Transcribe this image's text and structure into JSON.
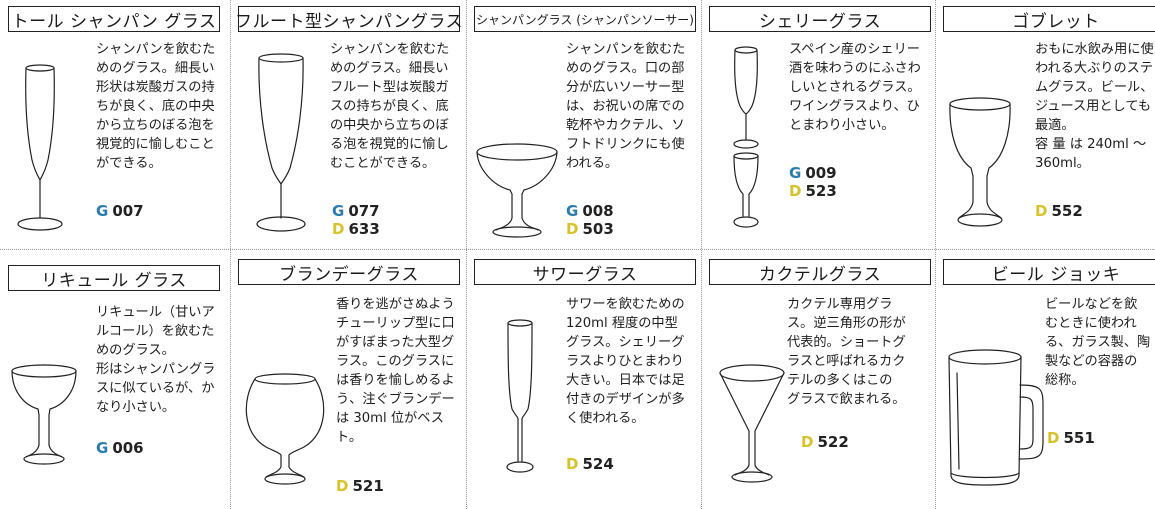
{
  "cards": [
    {
      "title": "トール シャンパン グラス",
      "desc": "シャンパンを飲むた\nめのグラス。細長い\n形状は炭酸ガスの持\nちが良く、底の中央\nから立ちのぼる泡を\n視覚的に愉しむこと\nができる。",
      "codes": [
        {
          "letter": "G",
          "number": "007"
        }
      ]
    },
    {
      "title": "フルート型シャンパングラス",
      "desc": "シャンパンを飲むた\nめのグラス。細長い\nフルート型は炭酸ガ\nスの持ちが良く、底\nの中央から立ちのぼ\nる泡を視覚的に愉し\nむことができる。",
      "codes": [
        {
          "letter": "G",
          "number": "077"
        },
        {
          "letter": "D",
          "number": "633"
        }
      ]
    },
    {
      "title": "シャンパングラス (シャンパンソーサー)",
      "desc": "シャンパンを飲むた\nめのグラス。口の部\n分が広いソーサー型\nは、お祝いの席での\n乾杯やカクテル、ソ\nフトドリンクにも使\nわれる。",
      "codes": [
        {
          "letter": "G",
          "number": "008"
        },
        {
          "letter": "D",
          "number": "503"
        }
      ]
    },
    {
      "title": "シェリーグラス",
      "desc": "スペイン産のシェリー\n酒を味わうのにふさわ\nしいとされるグラス。\nワイングラスより、ひ\nとまわり小さい。",
      "codes": [
        {
          "letter": "G",
          "number": "009"
        },
        {
          "letter": "D",
          "number": "523"
        }
      ]
    },
    {
      "title": "ゴブレット",
      "desc": "おもに水飲み用に使\nわれる大ぶりのステ\nムグラス。ビール、\nジュース用としても\n最適。\n容 量 は 240ml ～\n360ml。",
      "codes": [
        {
          "letter": "D",
          "number": "552"
        }
      ]
    },
    {
      "title": "リキュール グラス",
      "desc": "リキュール（甘いア\nルコール）を飲むた\nめのグラス。\n形はシャンパングラ\nスに似ているが、か\nなり小さい。",
      "codes": [
        {
          "letter": "G",
          "number": "006"
        }
      ]
    },
    {
      "title": "ブランデーグラス",
      "desc": "香りを逃がさぬよう\nチューリップ型に口\nがすぼまった大型グ\nラス。このグラスに\nは香りを愉しめるよ\nう、注ぐブランデー\nは 30ml 位がベス\nト。",
      "codes": [
        {
          "letter": "D",
          "number": "521"
        }
      ]
    },
    {
      "title": "サワーグラス",
      "desc": "サワーを飲むための\n120ml 程度の中型\nグラス。シェリーグ\nラスよりひとまわり\n大きい。日本では足\n付きのデザインが多\nく使われる。",
      "codes": [
        {
          "letter": "D",
          "number": "524"
        }
      ]
    },
    {
      "title": "カクテルグラス",
      "desc": "カクテル専用グラ\nス。逆三角形の形が\n代表的。ショートグ\nラスと呼ばれるカク\nテルの多くはこの\nグラスで飲まれる。",
      "codes": [
        {
          "letter": "D",
          "number": "522"
        }
      ]
    },
    {
      "title": "ビール ジョッキ",
      "desc": "ビールなどを飲\nむときに使われ\nる、ガラス製、陶\n製などの容器の\n総称。",
      "codes": [
        {
          "letter": "D",
          "number": "551"
        }
      ]
    }
  ],
  "colors": {
    "g_letter": "#2a7bb0",
    "d_letter": "#d8c22a",
    "border": "#222222"
  },
  "icons": [
    "tall-champagne-glass-icon",
    "flute-glass-icon",
    "coupe-glass-icon",
    "sherry-glass-icon",
    "goblet-icon",
    "liqueur-glass-icon",
    "brandy-snifter-icon",
    "sour-glass-icon",
    "cocktail-glass-icon",
    "beer-mug-icon"
  ]
}
